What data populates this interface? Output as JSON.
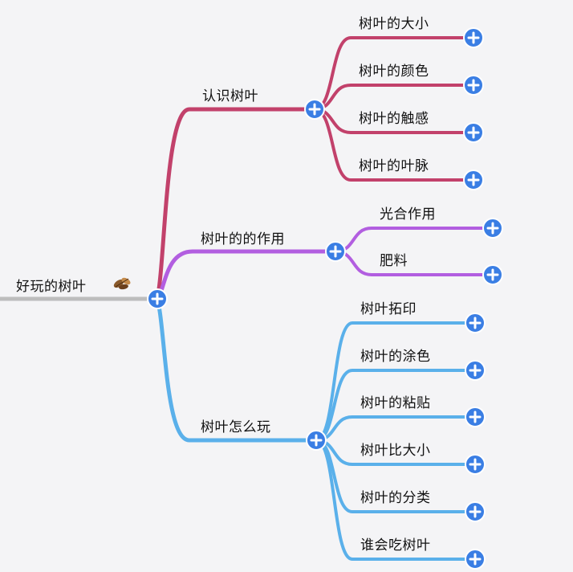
{
  "root": {
    "label": "好玩的树叶"
  },
  "branches": [
    {
      "label": "认识树叶",
      "color": "#c2416b",
      "children": [
        "树叶的大小",
        "树叶的颜色",
        "树叶的触感",
        "树叶的叶脉"
      ]
    },
    {
      "label": "树叶的的作用",
      "color": "#b25ee0",
      "children": [
        "光合作用",
        "肥料"
      ]
    },
    {
      "label": "树叶怎么玩",
      "color": "#5ab0ea",
      "children": [
        "树叶拓印",
        "树叶的涂色",
        "树叶的粘贴",
        "树叶比大小",
        "树叶的分类",
        "谁会吃树叶"
      ]
    }
  ],
  "colors": {
    "expand_button": "#3a7ee4",
    "root_line": "#bdbdbd",
    "background": "#f4f4f6"
  },
  "icons": {
    "root_decoration": "leaf-icon",
    "expand": "plus-circle-icon"
  }
}
